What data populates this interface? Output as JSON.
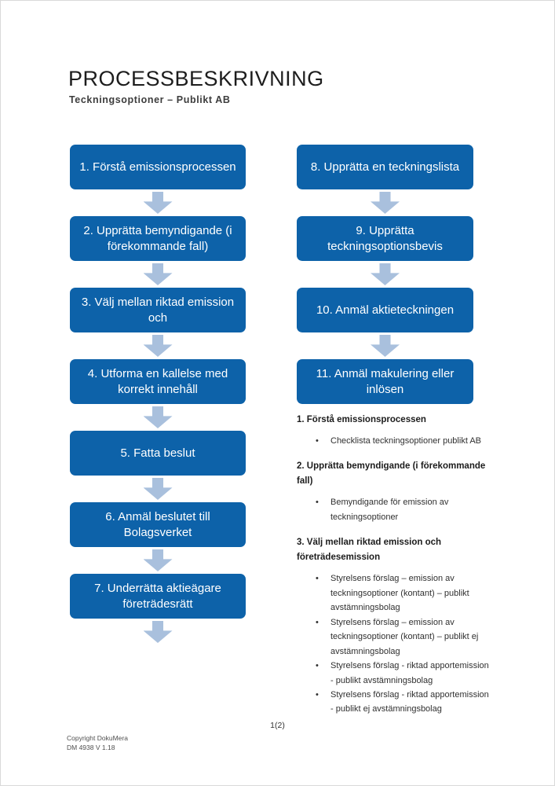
{
  "document": {
    "title": "PROCESSBESKRIVNING",
    "subtitle": "Teckningsoptioner – Publikt AB",
    "page_number": "1(2)"
  },
  "colors": {
    "box_blue": "#0d62a9",
    "arrow_blue": "#a9c0dd",
    "box_text": "#ffffff"
  },
  "flowchart": {
    "left_steps": [
      "1. Förstå emissionsprocessen",
      "2. Upprätta bemyndigande (i förekommande fall)",
      "3. Välj mellan riktad emission och",
      "4. Utforma en kallelse med korrekt innehåll",
      "5. Fatta beslut",
      "6. Anmäl beslutet till Bolagsverket",
      "7. Underrätta aktieägare företrädesrätt"
    ],
    "left_has_trailing_arrow": true,
    "right_steps": [
      "8. Upprätta en teckningslista",
      "9. Upprätta teckningsoptionsbevis",
      "10. Anmäl aktieteckningen",
      "11. Anmäl makulering eller inlösen"
    ],
    "right_has_trailing_arrow": false
  },
  "sections": [
    {
      "heading": "1. Förstå emissionsprocessen",
      "bullets": [
        "Checklista teckningsoptioner publikt AB"
      ]
    },
    {
      "heading": "2. Upprätta bemyndigande (i förekommande fall)",
      "bullets": [
        "Bemyndigande för emission av teckningsoptioner"
      ]
    },
    {
      "heading": "3. Välj mellan riktad emission och företrädesemission",
      "bullets": [
        "Styrelsens förslag – emission av teckningsoptioner (kontant) – publikt avstämningsbolag",
        "Styrelsens förslag – emission av teckningsoptioner (kontant) – publikt ej avstämningsbolag",
        "Styrelsens förslag - riktad apportemission - publikt avstämningsbolag",
        "Styrelsens förslag - riktad apportemission - publikt ej avstämningsbolag"
      ]
    }
  ],
  "footer": {
    "copyright_line1": "Copyright DokuMera",
    "copyright_line2": "DM 4938 V 1.18"
  }
}
